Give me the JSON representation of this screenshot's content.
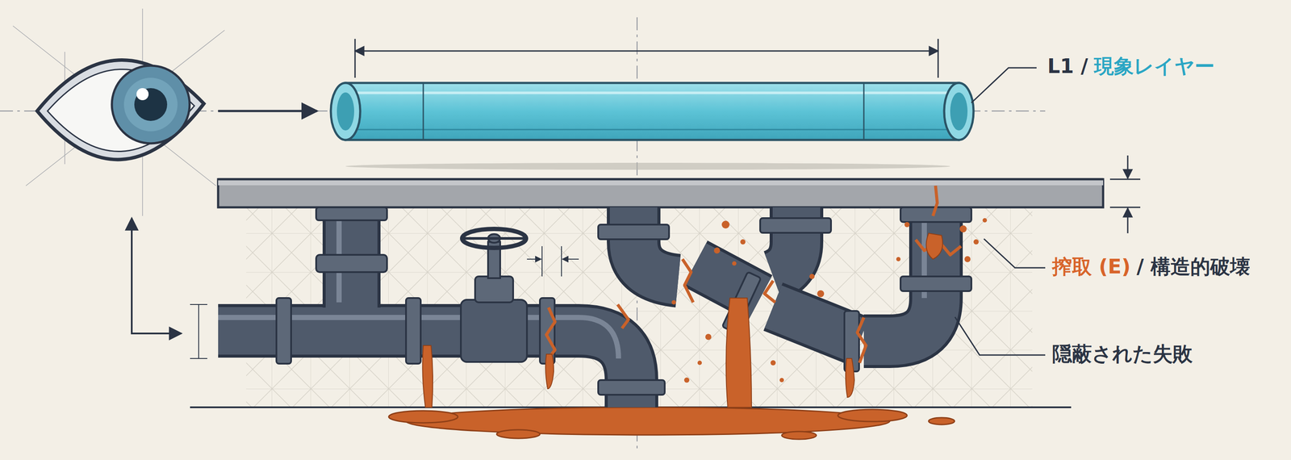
{
  "diagram": {
    "labels": [
      "L1 /",
      "現象レイヤー",
      "搾取 (E)",
      "/ 構造的破壊",
      "隠蔽された失敗"
    ]
  }
}
